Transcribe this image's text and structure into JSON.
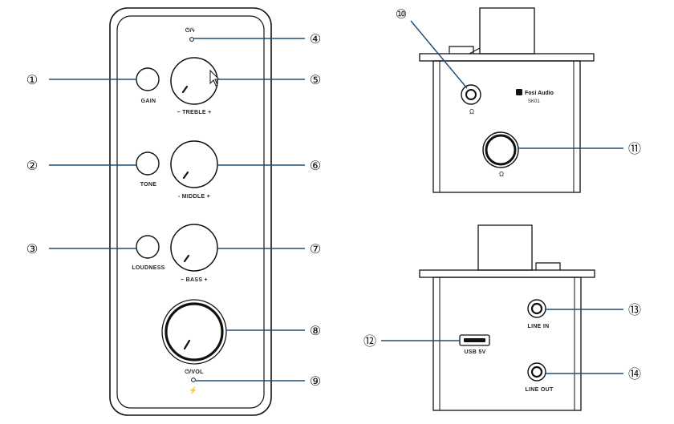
{
  "front_panel": {
    "power_charge_symbol": "⏻/ϟ",
    "gain_label": "GAIN",
    "tone_label": "TONE",
    "loudness_label": "LOUDNESS",
    "treble_label": "− TREBLE +",
    "middle_label": "- MIDDLE +",
    "bass_label": "− BASS +",
    "vol_label": "⏻/VOL",
    "bottom_symbol": "⚡"
  },
  "top_view": {
    "brand": "Fosi Audio",
    "model": "SK01",
    "headphone_symbol": "Ω"
  },
  "rear_view": {
    "usb_label": "USB 5V",
    "line_in_label": "LINE IN",
    "line_out_label": "LINE OUT"
  },
  "callouts": [
    "①",
    "②",
    "③",
    "④",
    "⑤",
    "⑥",
    "⑦",
    "⑧",
    "⑨",
    "⑩",
    "⑪",
    "⑫",
    "⑬",
    "⑭"
  ],
  "colors": {
    "callout_line": "#1f4e79",
    "outline": "#111111"
  }
}
